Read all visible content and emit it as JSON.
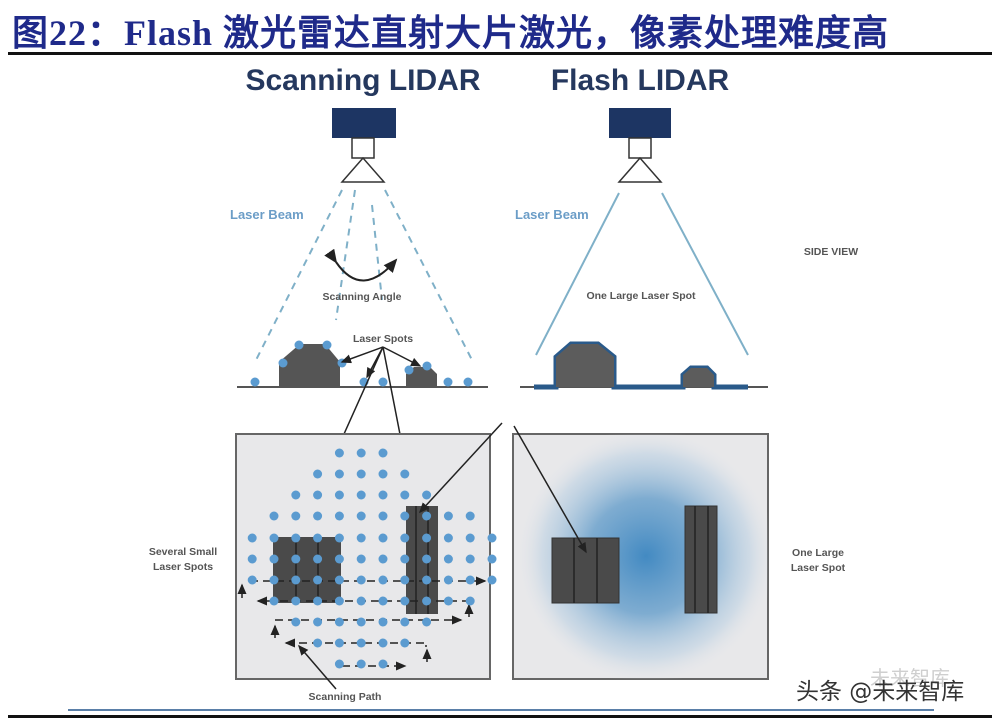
{
  "figure": {
    "title": "图22：Flash 激光雷达直射大片激光，像素处理难度高"
  },
  "scanning_lidar": {
    "heading": "Scanning LIDAR",
    "laser_beam_label": "Laser Beam",
    "scanning_angle_label": "Scanning Angle",
    "laser_spots_label": "Laser Spots",
    "several_small_spots_label_line1": "Several Small",
    "several_small_spots_label_line2": "Laser Spots",
    "scanning_path_label": "Scanning Path",
    "spot_color": "#5b9bd0"
  },
  "flash_lidar": {
    "heading": "Flash LIDAR",
    "laser_beam_label": "Laser Beam",
    "one_large_spot_label": "One Large Laser Spot",
    "one_large_spot_side_label_line1": "One Large",
    "one_large_spot_side_label_line2": "Laser Spot",
    "spot_color": "#3a85c0"
  },
  "side_view_label": "SIDE VIEW",
  "colors": {
    "title": "#1f2a8a",
    "heading": "#25385e",
    "sensor": "#1d3563",
    "object": "#555555",
    "beam": "#7fb0c8",
    "panel_bg": "#e8e8ea"
  },
  "watermark": {
    "text": "头条 @未来智库",
    "ghost_text": "未来智库"
  }
}
